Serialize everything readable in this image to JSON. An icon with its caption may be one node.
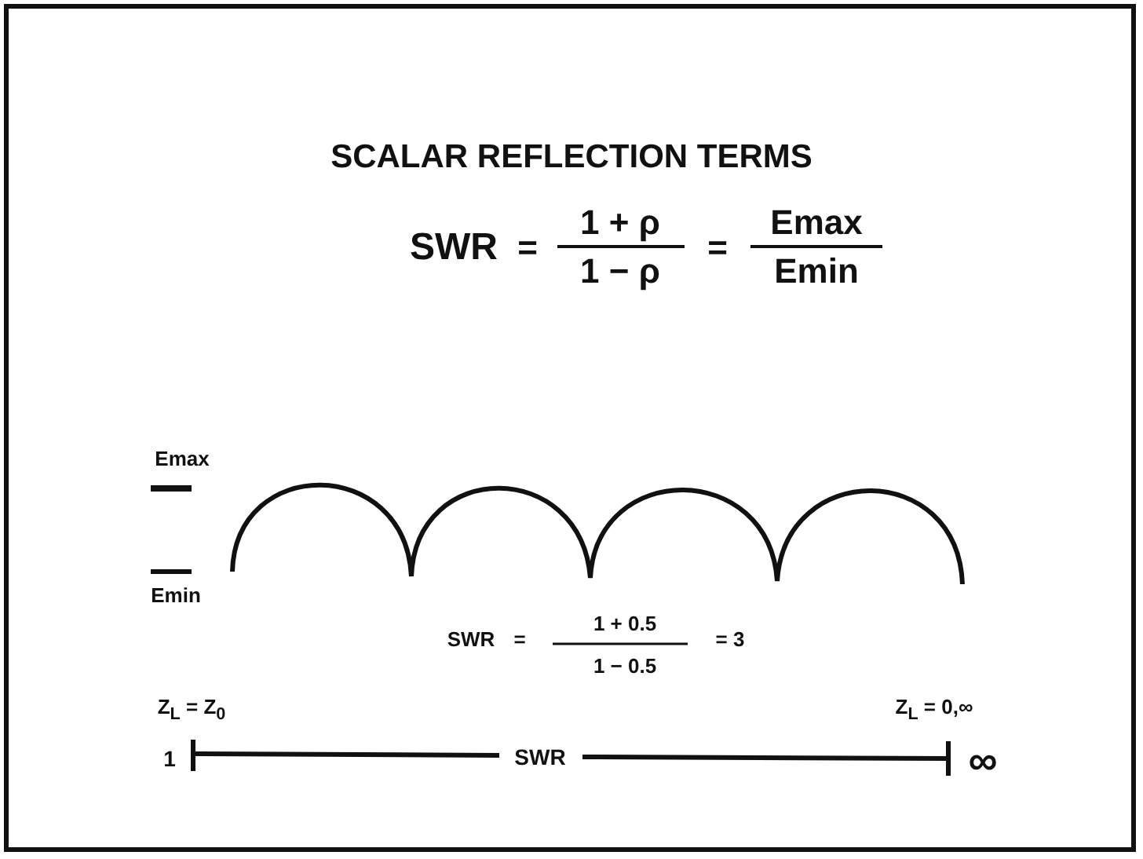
{
  "diagram": {
    "title": "SCALAR REFLECTION TERMS",
    "labels": [
      "SWR",
      "=",
      "1 + ρ",
      "1 − ρ",
      "=",
      "Emax",
      "Emin",
      "Emax",
      "Emin",
      "SWR",
      "=",
      "1 + 0.5",
      "1 − 0.5",
      "= 3",
      "Z$_{L}$ = Z$_{0}$",
      "Z$_{L}$ = 0,∞",
      "1",
      "SWR",
      "∞"
    ]
  }
}
